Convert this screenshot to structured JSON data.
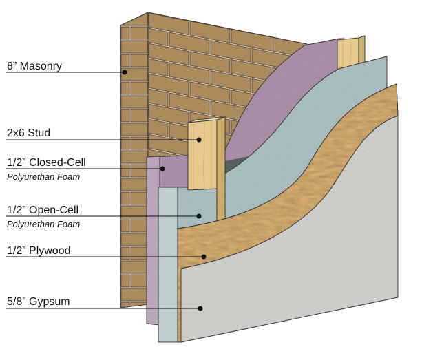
{
  "labels": [
    {
      "text": "8” Masonry"
    },
    {
      "text": "2x6 Stud"
    },
    {
      "text": "1/2” Closed-Cell",
      "sub": "Polyurethan Foam"
    },
    {
      "text": "1/2” Open-Cell",
      "sub": "Polyurethan Foam"
    },
    {
      "text": "1/2” Plywood"
    },
    {
      "text": "5/8” Gypsum"
    }
  ],
  "colors": {
    "brick": "#a9895c",
    "mortar": "#d2ccc0",
    "closed_cell_foam": "#a58ba3",
    "open_cell_foam": "#a6b9bc",
    "plywood": "#c9a268",
    "gypsum": "#c9c9c5",
    "stud": "#e8ca8e"
  }
}
